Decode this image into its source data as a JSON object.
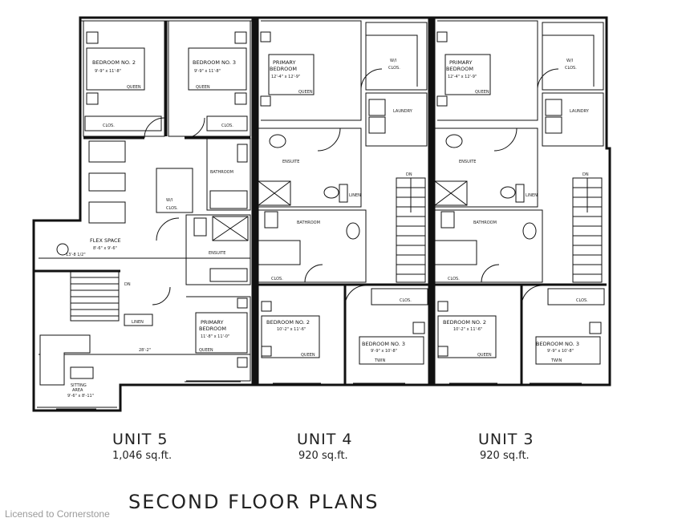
{
  "title": "SECOND FLOOR PLANS",
  "watermark": "Licensed to Cornerstone",
  "units": [
    {
      "name": "UNIT 5",
      "area": "1,046 sq.ft."
    },
    {
      "name": "UNIT 4",
      "area": "920 sq.ft."
    },
    {
      "name": "UNIT 3",
      "area": "920 sq.ft."
    }
  ],
  "labels": {
    "bedroom2": "BEDROOM NO. 2",
    "bedroom3": "BEDROOM NO. 3",
    "primary1": "PRIMARY",
    "primary2": "BEDROOM",
    "wi": "W/I",
    "clos": "CLOS.",
    "laundry": "LAUNDRY",
    "ensuite": "ENSUITE",
    "bathroom": "BATHROOM",
    "linen": "LINEN",
    "flex": "FLEX SPACE",
    "sitting1": "SITTING",
    "sitting2": "AREA",
    "dn": "DN",
    "queen": "QUEEN",
    "twin": "TWIN"
  },
  "dimensions": {
    "u5_bed2": "9'-9\" x 11'-8\"",
    "u5_bed3": "9'-9\" x 11'-8\"",
    "u5_flex": "8'-6\" x 9'-6\"",
    "u5_flex_b": "13'-8 1/2\"",
    "u5_primary": "11'-8\" x 11'-0\"",
    "u5_run": "28'-2\"",
    "u5_sitting": "9'-6\" x 8'-11\"",
    "ux_primary": "12'-4\" x 12'-9\"",
    "ux_bed2": "10'-2\" x 11'-6\"",
    "ux_bed3": "9'-9\" x 10'-8\""
  }
}
